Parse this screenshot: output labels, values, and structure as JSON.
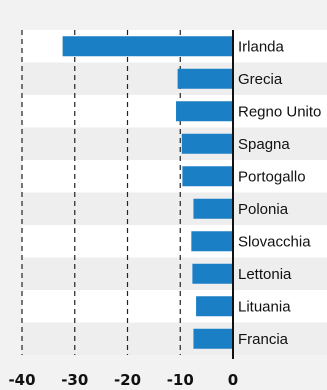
{
  "chart_data": {
    "type": "bar",
    "orientation": "horizontal",
    "categories": [
      "Irlanda",
      "Grecia",
      "Regno Unito",
      "Spagna",
      "Portogallo",
      "Polonia",
      "Slovacchia",
      "Lettonia",
      "Lituania",
      "Francia"
    ],
    "values": [
      -32.3,
      -10.5,
      -10.8,
      -9.7,
      -9.6,
      -7.5,
      -7.9,
      -7.7,
      -7.0,
      -7.5
    ],
    "xlim": [
      -40,
      0
    ],
    "xticks": [
      "-40",
      "-30",
      "-20",
      "-10",
      "0"
    ],
    "grid": "vertical-dashed",
    "row_banding": true,
    "title": "",
    "xlabel": "",
    "ylabel": ""
  },
  "colors": {
    "bar": "#1a7fc4",
    "background": "#f2f2f2",
    "row_band": "#ffffff",
    "row_alt": "#eeeeee",
    "axis": "#111111",
    "grid": "#222222"
  }
}
